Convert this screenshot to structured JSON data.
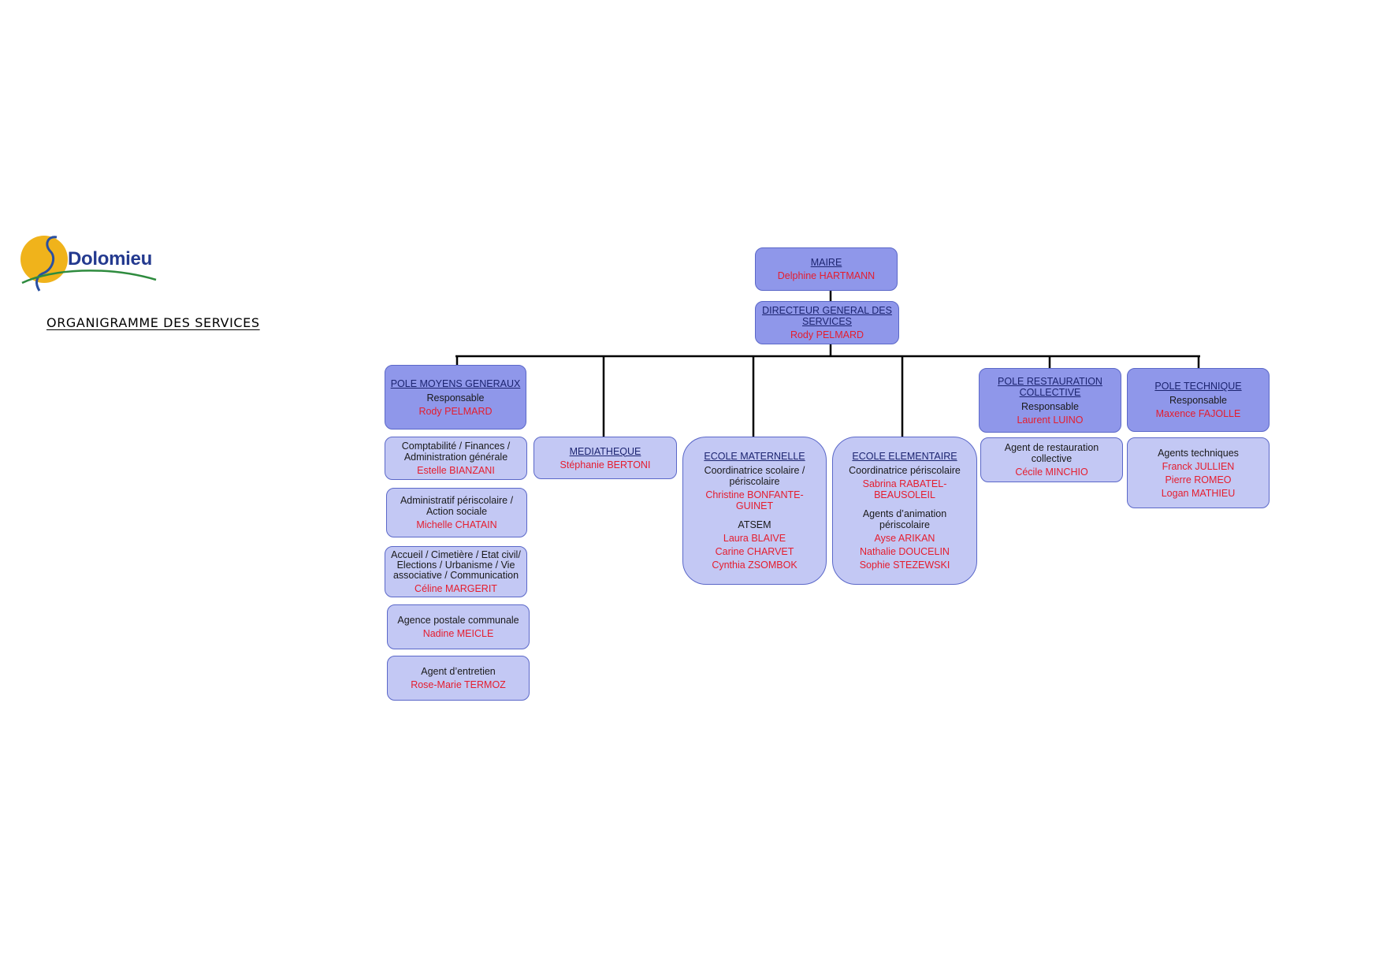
{
  "logo": {
    "text": "Dolomieu",
    "colors": {
      "sun": "#f0b31b",
      "river": "#2a4fa0",
      "grass": "#2e8b3e"
    }
  },
  "page_title": "ORGANIGRAMME DES SERVICES",
  "colors": {
    "dark_box": "#8f97ea",
    "light_box": "#c3c8f4",
    "border": "#5a67c8",
    "name": "#e51d2e",
    "connector": "#000000"
  },
  "maire": {
    "title": "MAIRE",
    "name": "Delphine HARTMANN"
  },
  "dgs": {
    "title": "DIRECTEUR GENERAL DES SERVICES",
    "name": "Rody PELMARD"
  },
  "pole_moyens": {
    "title": "POLE MOYENS GENERAUX",
    "role": "Responsable",
    "name": "Rody PELMARD",
    "sub": [
      {
        "role": "Comptabilité / Finances / Administration générale",
        "name": "Estelle BIANZANI"
      },
      {
        "role": "Administratif périscolaire / Action sociale",
        "name": "Michelle CHATAIN"
      },
      {
        "role": "Accueil / Cimetière / Etat civil/ Elections / Urbanisme / Vie associative / Communication",
        "name": "Céline MARGERIT"
      },
      {
        "role": "Agence postale communale",
        "name": "Nadine MEICLE"
      },
      {
        "role": "Agent d’entretien",
        "name": "Rose-Marie TERMOZ"
      }
    ]
  },
  "mediatheque": {
    "title": "MEDIATHEQUE",
    "name": "Stéphanie BERTONI"
  },
  "ecole_maternelle": {
    "title": "ECOLE MATERNELLE",
    "role": "Coordinatrice scolaire / périscolaire",
    "name": "Christine BONFANTE-GUINET",
    "role2": "ATSEM",
    "names2": [
      "Laura BLAIVE",
      "Carine CHARVET",
      "Cynthia ZSOMBOK"
    ]
  },
  "ecole_elementaire": {
    "title": "ECOLE ELEMENTAIRE",
    "role": "Coordinatrice périscolaire",
    "name": "Sabrina RABATEL-BEAUSOLEIL",
    "role2": "Agents d’animation périscolaire",
    "names2": [
      "Ayse ARIKAN",
      "Nathalie DOUCELIN",
      "Sophie STEZEWSKI"
    ]
  },
  "pole_restauration": {
    "title": "POLE RESTAURATION COLLECTIVE",
    "role": "Responsable",
    "name": "Laurent LUINO",
    "sub": {
      "role": "Agent de restauration collective",
      "name": "Cécile MINCHIO"
    }
  },
  "pole_technique": {
    "title": "POLE TECHNIQUE",
    "role": "Responsable",
    "name": "Maxence FAJOLLE",
    "sub": {
      "role": "Agents techniques",
      "names": [
        "Franck JULLIEN",
        "Pierre ROMEO",
        "Logan MATHIEU"
      ]
    }
  }
}
